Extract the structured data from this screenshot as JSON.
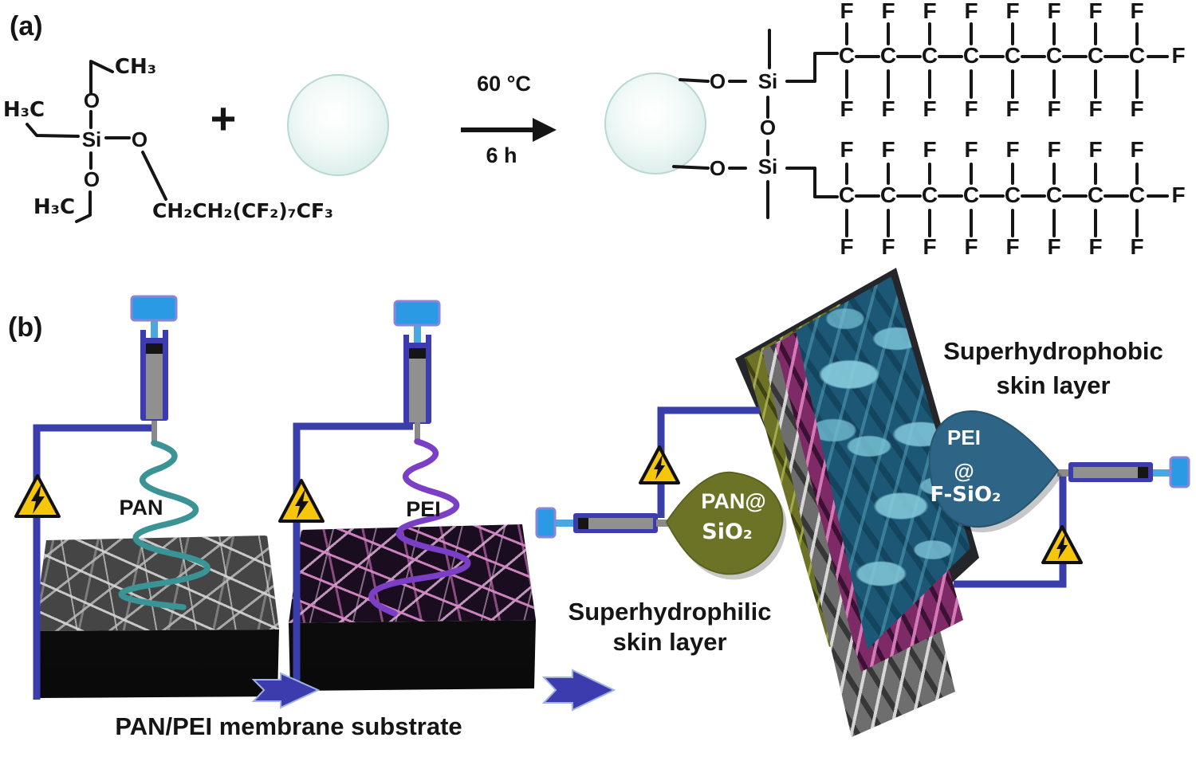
{
  "figure": {
    "panel_a": {
      "label": "(a)",
      "reactant": {
        "ch3_top": "CH₃",
        "h3c_left": "H₃C",
        "h3c_bottom": "H₃C",
        "si": "Si",
        "o_top": "O",
        "o_right": "O",
        "o_bottom": "O",
        "tail": "CH₂CH₂(CF₂)₇CF₃"
      },
      "plus": "+",
      "reaction": {
        "temperature": "60 °C",
        "time": "6 h"
      },
      "product": {
        "o_upper": "O",
        "si_upper": "Si",
        "o_bridge": "O",
        "si_lower": "Si",
        "o_lower": "O",
        "carbon": "C",
        "fluorine": "F"
      }
    },
    "panel_b": {
      "label": "(b)",
      "electrospinning": {
        "pan_label": "PAN",
        "pei_label": "PEI",
        "substrate_caption": "PAN/PEI membrane substrate"
      },
      "superhydrophilic": {
        "droplet_line1": "PAN@",
        "droplet_line2": "SiO₂",
        "caption_line1": "Superhydrophilic",
        "caption_line2": "skin layer"
      },
      "superhydrophobic": {
        "droplet_line1": "PEI",
        "droplet_line2": "@",
        "droplet_line3": "F-SiO₂",
        "caption_line1": "Superhydrophobic",
        "caption_line2": "skin layer"
      }
    },
    "colors": {
      "wire": "#3a3eaa",
      "pan_coil": "#3a9496",
      "pei_coil": "#7b3ec6",
      "philic_droplet": "#6d7326",
      "phobic_droplet": "#2e6486",
      "hv_warning_yellow": "#f6c60a",
      "block_arrow": "#3c3cae",
      "silica_sphere": "#e4f3f0"
    }
  }
}
